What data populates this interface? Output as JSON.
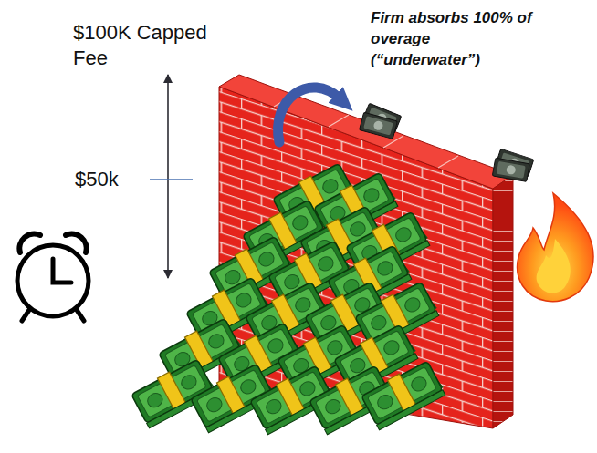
{
  "diagram": {
    "labels": [
      "$100K Capped Fee",
      "$50k",
      "Firm absorbs 100% of overage (“underwater”)"
    ]
  }
}
